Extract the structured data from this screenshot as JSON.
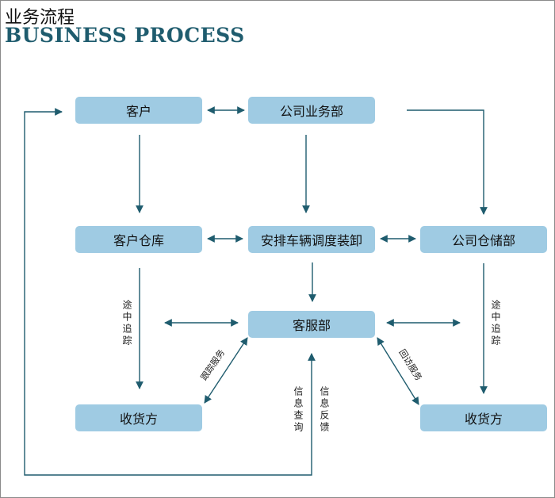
{
  "header": {
    "title_cn": "业务流程",
    "title_en": "BUSINESS PROCESS"
  },
  "nodes": {
    "customer": "客户",
    "business_dept": "公司业务部",
    "customer_warehouse": "客户仓库",
    "dispatch": "安排车辆调度装卸",
    "company_storage": "公司仓储部",
    "service": "客服部",
    "receiver_left": "收货方",
    "receiver_right": "收货方"
  },
  "labels": {
    "tracking_left": "途中追踪",
    "tracking_right": "途中追踪",
    "info_query": "信息查询",
    "info_feedback": "信息反馈",
    "diag_left": "跟踪服务",
    "diag_right": "回访服务"
  },
  "colors": {
    "box_fill": "#9fcbe3",
    "line": "#1f5c6e",
    "title_en": "#1f5c6e"
  }
}
